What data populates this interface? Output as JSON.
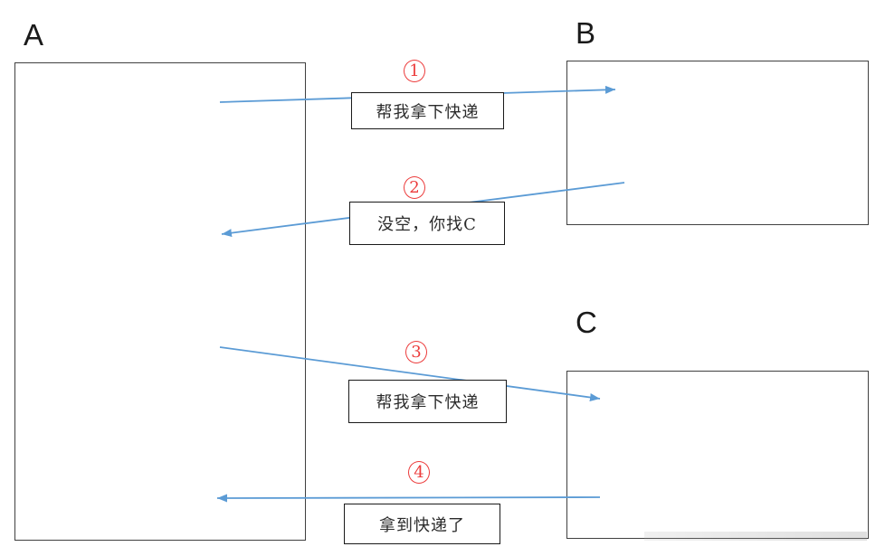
{
  "diagram": {
    "colors": {
      "background": "#ffffff",
      "accent_blue": "#5b9bd5",
      "number_red": "#ec3b3b",
      "node_border": "#404040",
      "box_border": "#1a1a1a"
    },
    "nodes": [
      {
        "id": "A",
        "label": "A"
      },
      {
        "id": "B",
        "label": "B"
      },
      {
        "id": "C",
        "label": "C"
      }
    ],
    "messages": [
      {
        "num": "1",
        "text": "帮我拿下快递",
        "direction": "A to B"
      },
      {
        "num": "2",
        "text": "没空，你找C",
        "direction": "B to A"
      },
      {
        "num": "3",
        "text": "帮我拿下快递",
        "direction": "A to C"
      },
      {
        "num": "4",
        "text": "拿到快递了",
        "direction": "C to A"
      }
    ]
  }
}
